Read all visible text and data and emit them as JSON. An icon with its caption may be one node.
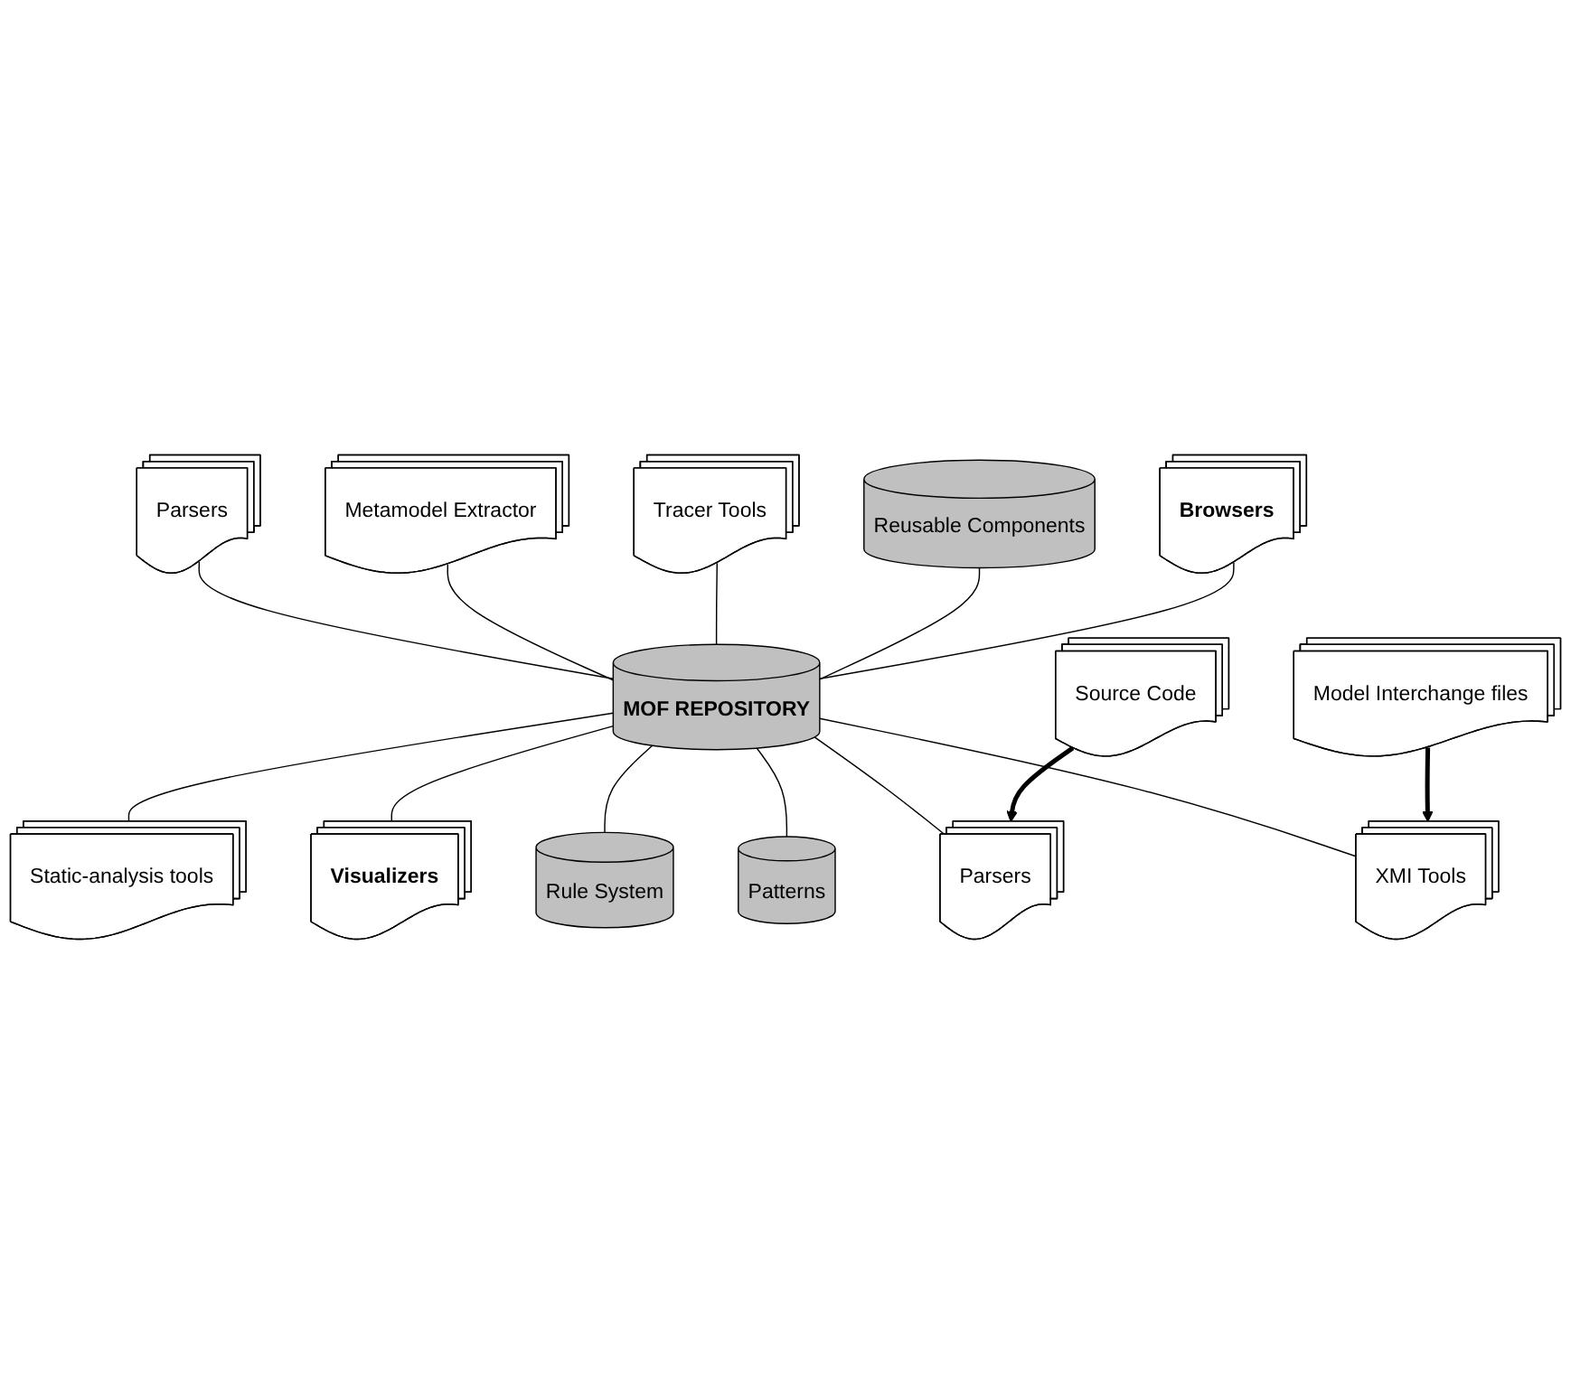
{
  "diagram": {
    "nodes": [
      {
        "text": [
          "Parsers"
        ]
      },
      {
        "text": [
          "Metamodel Extractor"
        ]
      },
      {
        "text": [
          "Tracer Tools"
        ]
      },
      {
        "text": [
          "Reusable Components"
        ]
      },
      {
        "text": [
          "Browsers"
        ]
      },
      {
        "text": [
          "MOF REPOSITORY"
        ]
      },
      {
        "text": [
          "Static-analysis tools"
        ]
      },
      {
        "text": [
          "Visualizers"
        ]
      },
      {
        "text": [
          "Rule System"
        ]
      },
      {
        "text": [
          "Patterns"
        ]
      },
      {
        "text": [
          "Parsers"
        ]
      },
      {
        "text": [
          "XMI Tools"
        ]
      },
      {
        "text": [
          "Source Code"
        ]
      },
      {
        "text": [
          "Model Interchange files"
        ]
      }
    ],
    "edges": [
      {
        "from": 0,
        "to": 5,
        "arrow": "none"
      },
      {
        "from": 1,
        "to": 5,
        "arrow": "none"
      },
      {
        "from": 2,
        "to": 5,
        "arrow": "none"
      },
      {
        "from": 3,
        "to": 5,
        "arrow": "none"
      },
      {
        "from": 4,
        "to": 5,
        "arrow": "none"
      },
      {
        "from": 5,
        "to": 6,
        "arrow": "none"
      },
      {
        "from": 5,
        "to": 7,
        "arrow": "none"
      },
      {
        "from": 5,
        "to": 8,
        "arrow": "none"
      },
      {
        "from": 5,
        "to": 9,
        "arrow": "none"
      },
      {
        "from": 5,
        "to": 10,
        "arrow": "none"
      },
      {
        "from": 5,
        "to": 11,
        "arrow": "none"
      },
      {
        "from": 12,
        "to": 10,
        "arrow": "to",
        "style": "thick"
      },
      {
        "from": 13,
        "to": 11,
        "arrow": "to",
        "style": "thick"
      }
    ]
  }
}
